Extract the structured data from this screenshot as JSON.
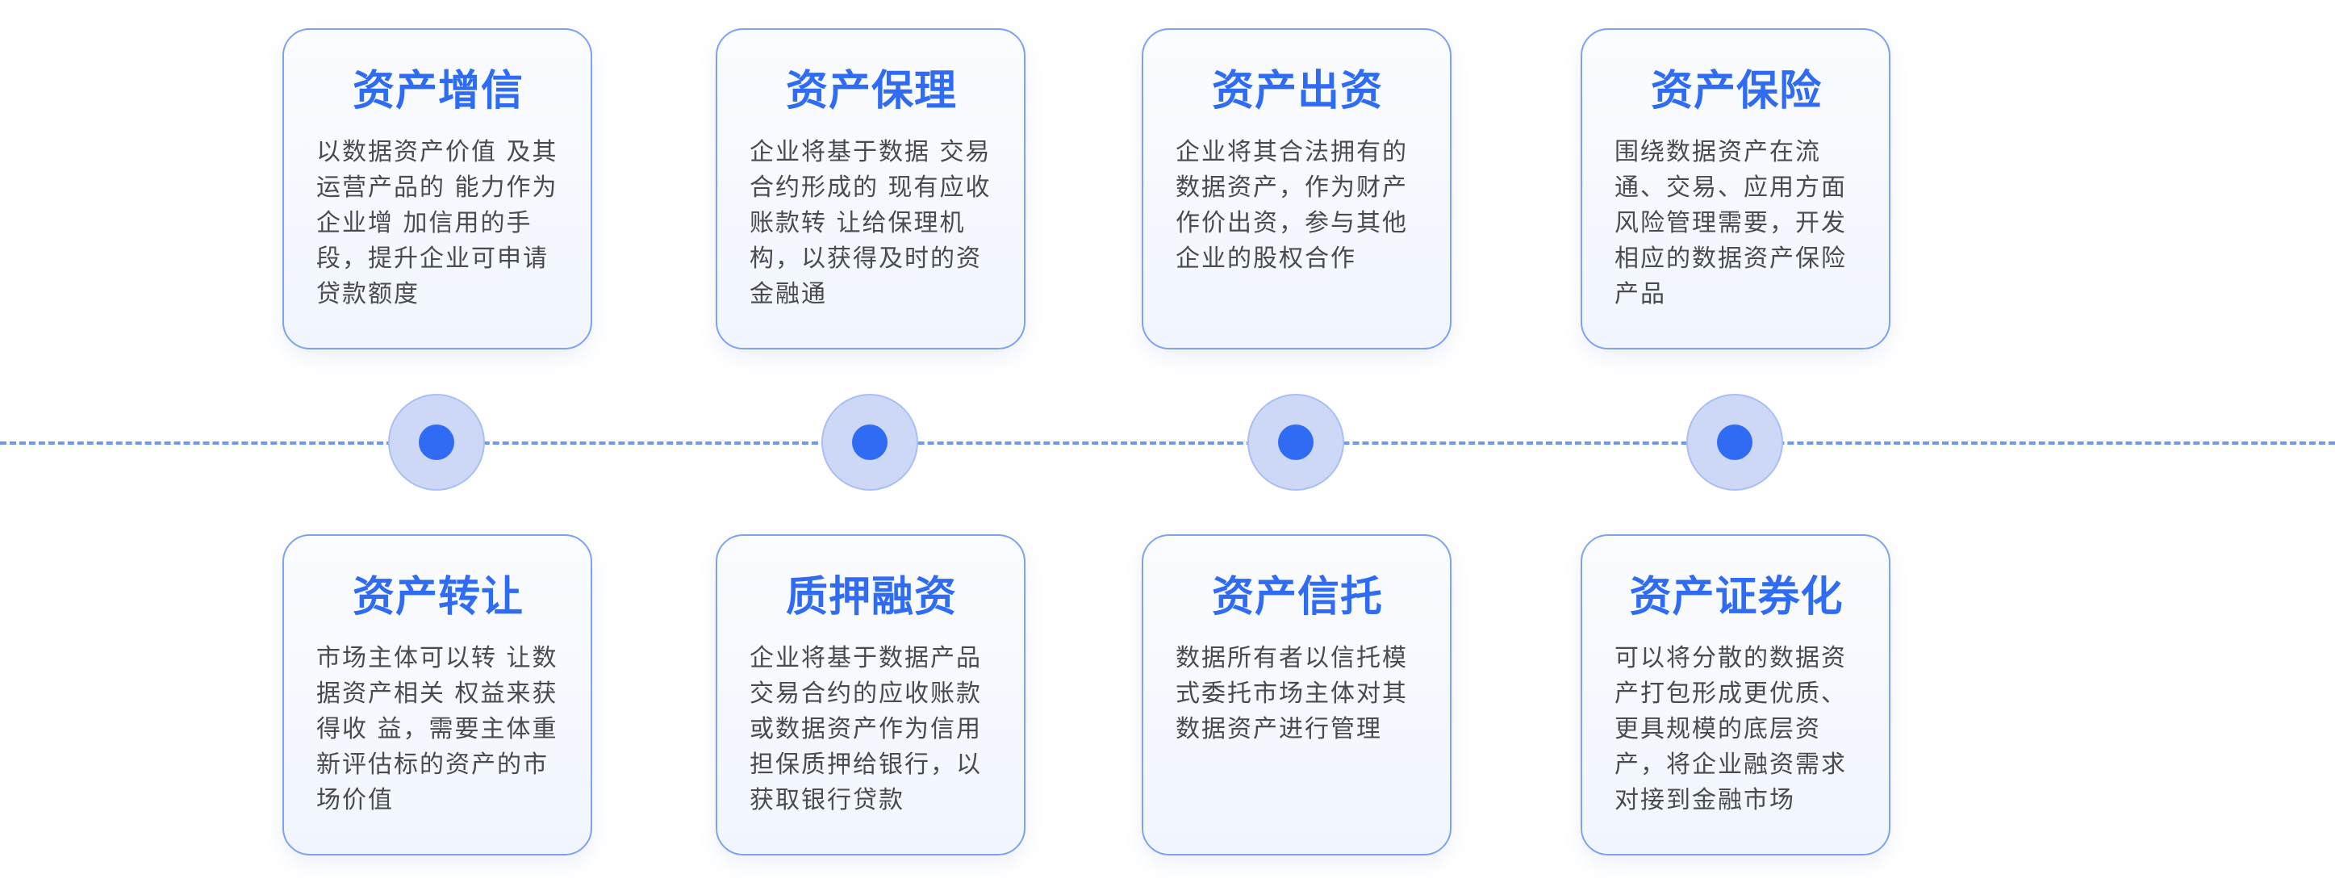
{
  "cards_top": [
    {
      "title": "资产增信",
      "desc": "以数据资产价值 及其\n运营产品的 能力作为\n企业增 加信用的手\n段，提升企业可申请\n贷款额度"
    },
    {
      "title": "资产保理",
      "desc": "企业将基于数据 交易\n合约形成的 现有应收\n账款转 让给保理机\n构，以获得及时的资\n金融通"
    },
    {
      "title": "资产出资",
      "desc": "企业将其合法拥有的\n数据资产，作为财产\n作价出资，参与其他\n企业的股权合作"
    },
    {
      "title": "资产保险",
      "desc": "围绕数据资产在流\n通、交易、应用方面\n风险管理需要，开发\n相应的数据资产保险\n产品"
    }
  ],
  "cards_bottom": [
    {
      "title": "资产转让",
      "desc": "市场主体可以转 让数\n据资产相关 权益来获\n得收 益，需要主体重\n新评估标的资产的市\n场价值"
    },
    {
      "title": "质押融资",
      "desc": "企业将基于数据产品\n交易合约的应收账款\n或数据资产作为信用\n担保质押给银行，以\n获取银行贷款"
    },
    {
      "title": "资产信托",
      "desc": "数据所有者以信托模\n式委托市场主体对其\n数据资产进行管理"
    },
    {
      "title": "资产证券化",
      "desc": "可以将分散的数据资\n产打包形成更优质、\n更具规模的底层资\n产，将企业融资需求\n对接到金融市场"
    }
  ],
  "colors": {
    "accent": "#2f6cf3",
    "node_ring": "#ccd8f6",
    "timeline": "#6f97f4",
    "card_border": "#7ea2f2",
    "body_text": "#4a4a52"
  }
}
